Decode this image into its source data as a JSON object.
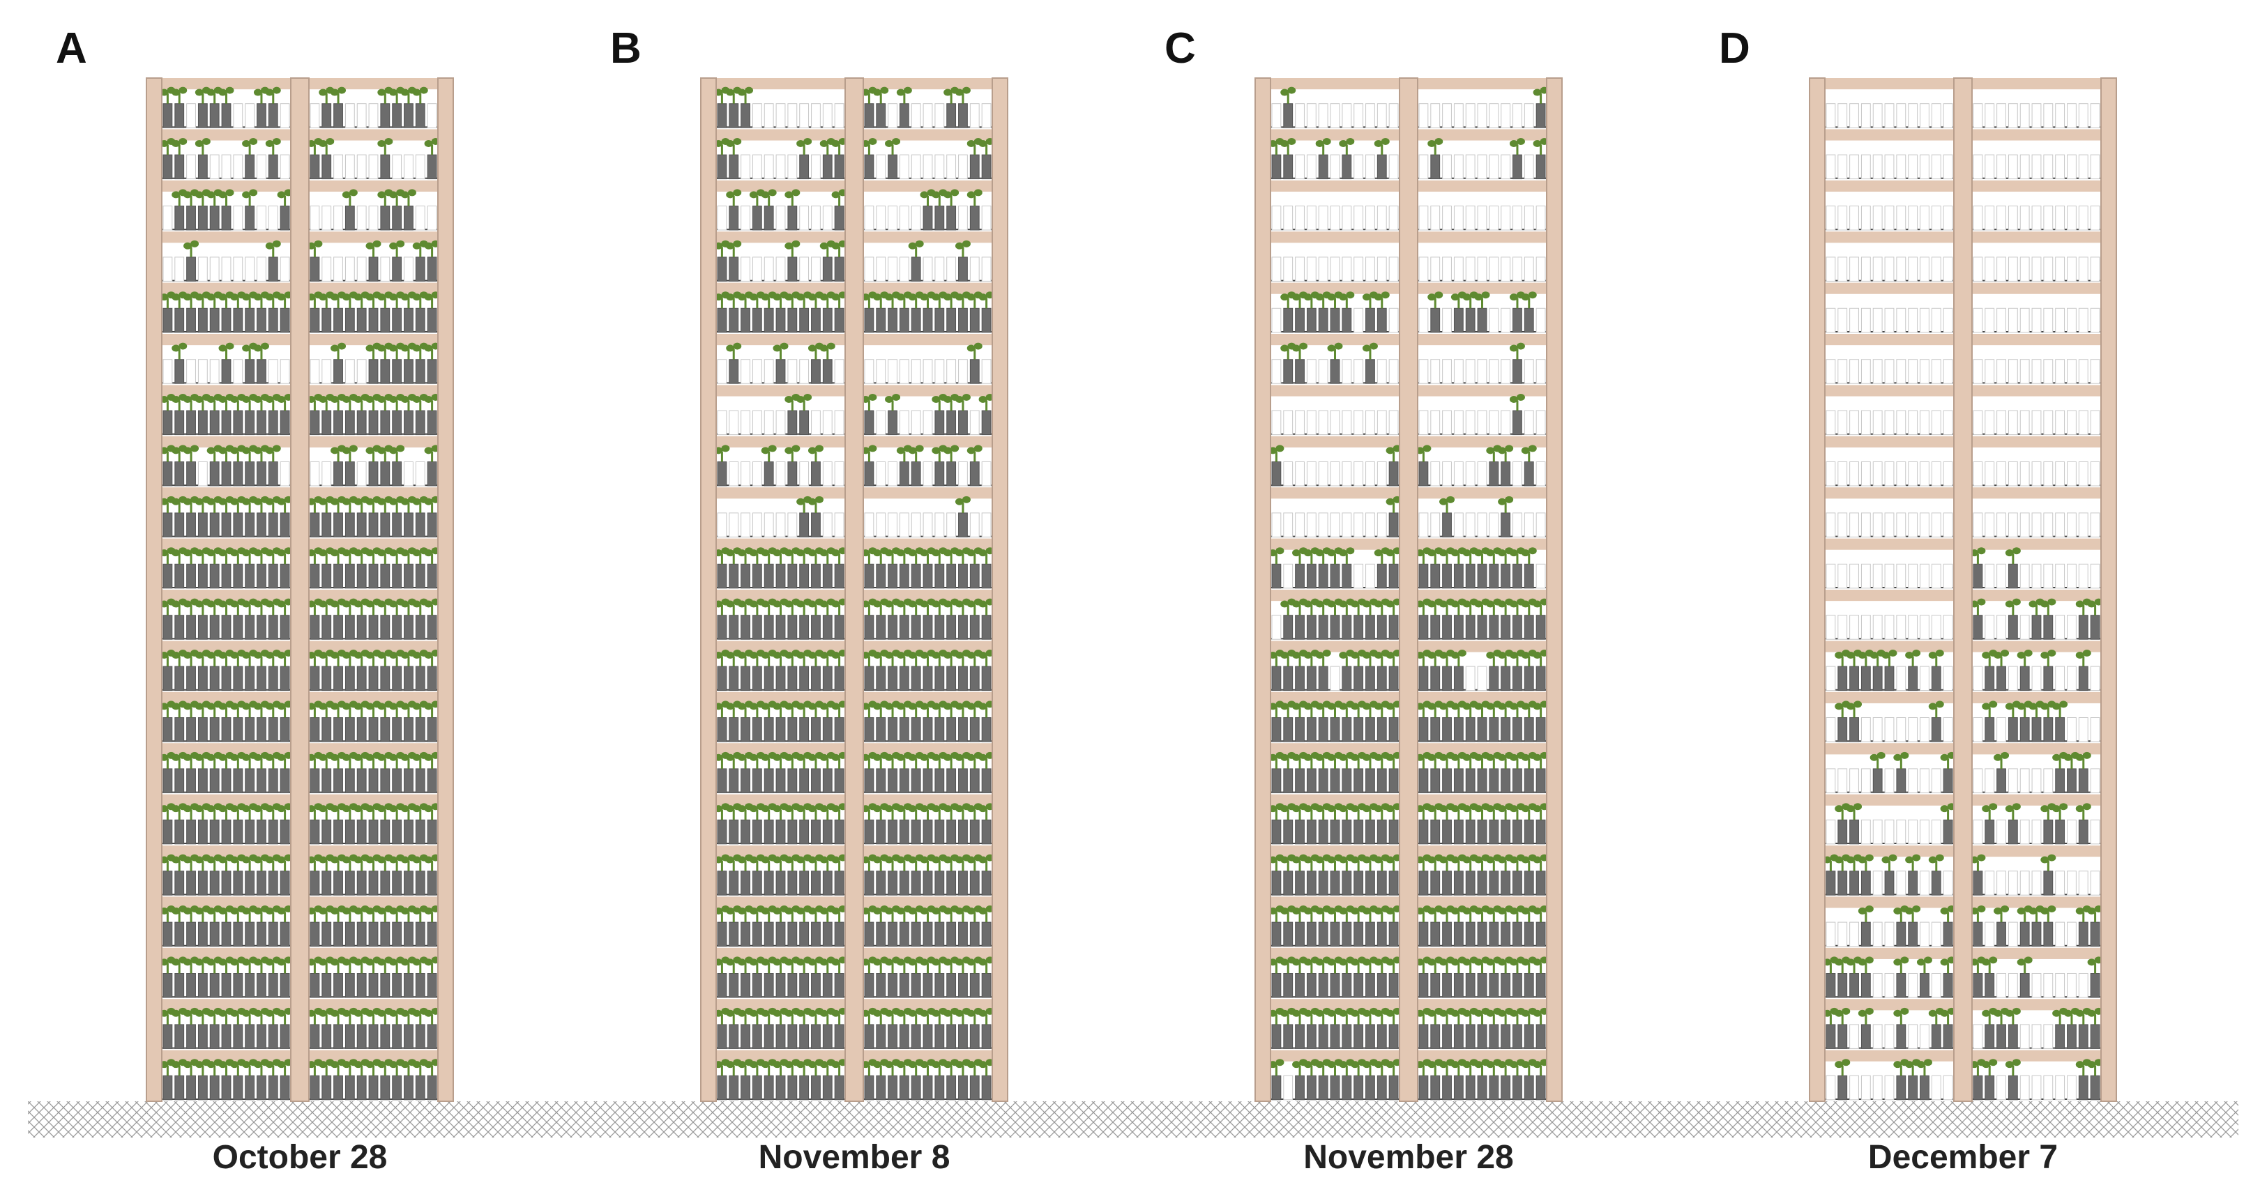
{
  "panels": [
    {
      "letter": "A",
      "date": "October 28",
      "row_density": [
        0.55,
        0.5,
        0.5,
        0.5,
        1,
        0.5,
        1,
        0.8,
        1,
        1,
        1,
        1,
        1,
        1,
        1,
        1,
        1,
        1,
        1,
        1
      ]
    },
    {
      "letter": "B",
      "date": "November 8",
      "row_density": [
        0.3,
        0.35,
        0.35,
        0.25,
        1,
        0.2,
        0.35,
        0.4,
        0.15,
        1,
        1,
        1,
        1,
        1,
        1,
        1,
        1,
        1,
        1,
        1
      ]
    },
    {
      "letter": "C",
      "date": "November 28",
      "row_density": [
        0.1,
        0.25,
        0,
        0,
        0.75,
        0.15,
        0.15,
        0.3,
        0.15,
        0.85,
        0.9,
        0.9,
        0.9,
        1,
        1,
        1,
        1,
        1,
        1,
        0.9
      ]
    },
    {
      "letter": "D",
      "date": "December 7",
      "row_density": [
        0,
        0,
        0,
        0,
        0,
        0,
        0,
        0,
        0,
        0.05,
        0.35,
        0.45,
        0.45,
        0.4,
        0.45,
        0.5,
        0.55,
        0.55,
        0.55,
        0.5
      ]
    }
  ],
  "colors": {
    "frame": "#e3c8b4",
    "frame_edge": "#b89e8c",
    "pot": "#6c6c6c",
    "leaf": "#5e8a30",
    "tray": "#ffffff",
    "ground_hatch": "#9a9a9a"
  },
  "rows_per_rack": 20
}
